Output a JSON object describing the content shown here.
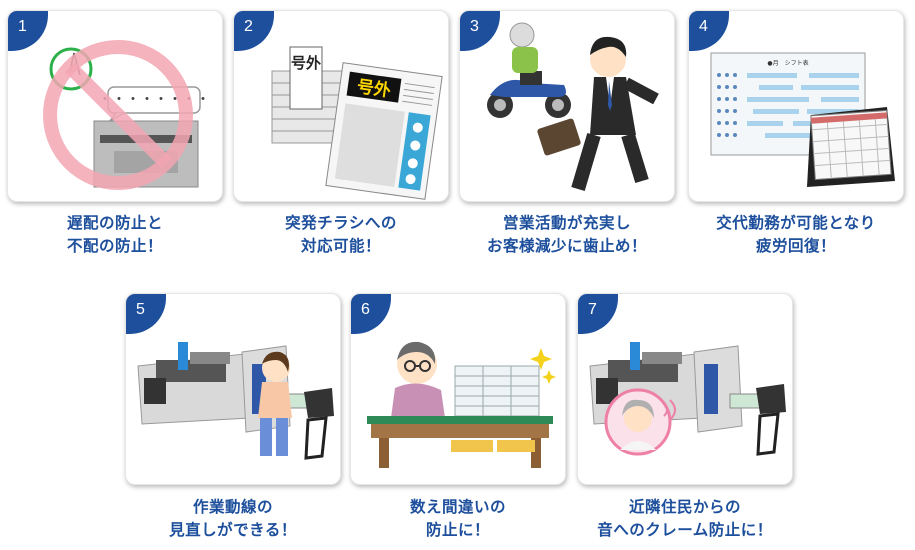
{
  "cards": [
    {
      "number": "1",
      "caption": [
        "遅配の防止と",
        "不配の防止！"
      ]
    },
    {
      "number": "2",
      "caption": [
        "突発チラシへの",
        "対応可能！"
      ],
      "paper_label": "号外"
    },
    {
      "number": "3",
      "caption": [
        "営業活動が充実し",
        "お客様減少に歯止め！"
      ]
    },
    {
      "number": "4",
      "caption": [
        "交代勤務が可能となり",
        "疲労回復！"
      ],
      "sheet_title": "●月　シフト表"
    },
    {
      "number": "5",
      "caption": [
        "作業動線の",
        "見直しができる！"
      ]
    },
    {
      "number": "6",
      "caption": [
        "数え間違いの",
        "防止に！"
      ]
    },
    {
      "number": "7",
      "caption": [
        "近隣住民からの",
        "音へのクレーム防止に！"
      ]
    }
  ],
  "icons": {
    "card1": "no-entry-mailbox-icon",
    "card2": "newspaper-extra-icon",
    "card3": "salesman-and-motorbike-icon",
    "card4": "shift-calendar-icon",
    "card5": "inserting-machine-operator-icon",
    "card6": "counted-paper-stacks-icon",
    "card7": "quiet-machine-neighbor-icon"
  },
  "colors": {
    "accent": "#1d4f9c",
    "prohibit": "#f3a6b3",
    "check": "#2bb04a"
  }
}
